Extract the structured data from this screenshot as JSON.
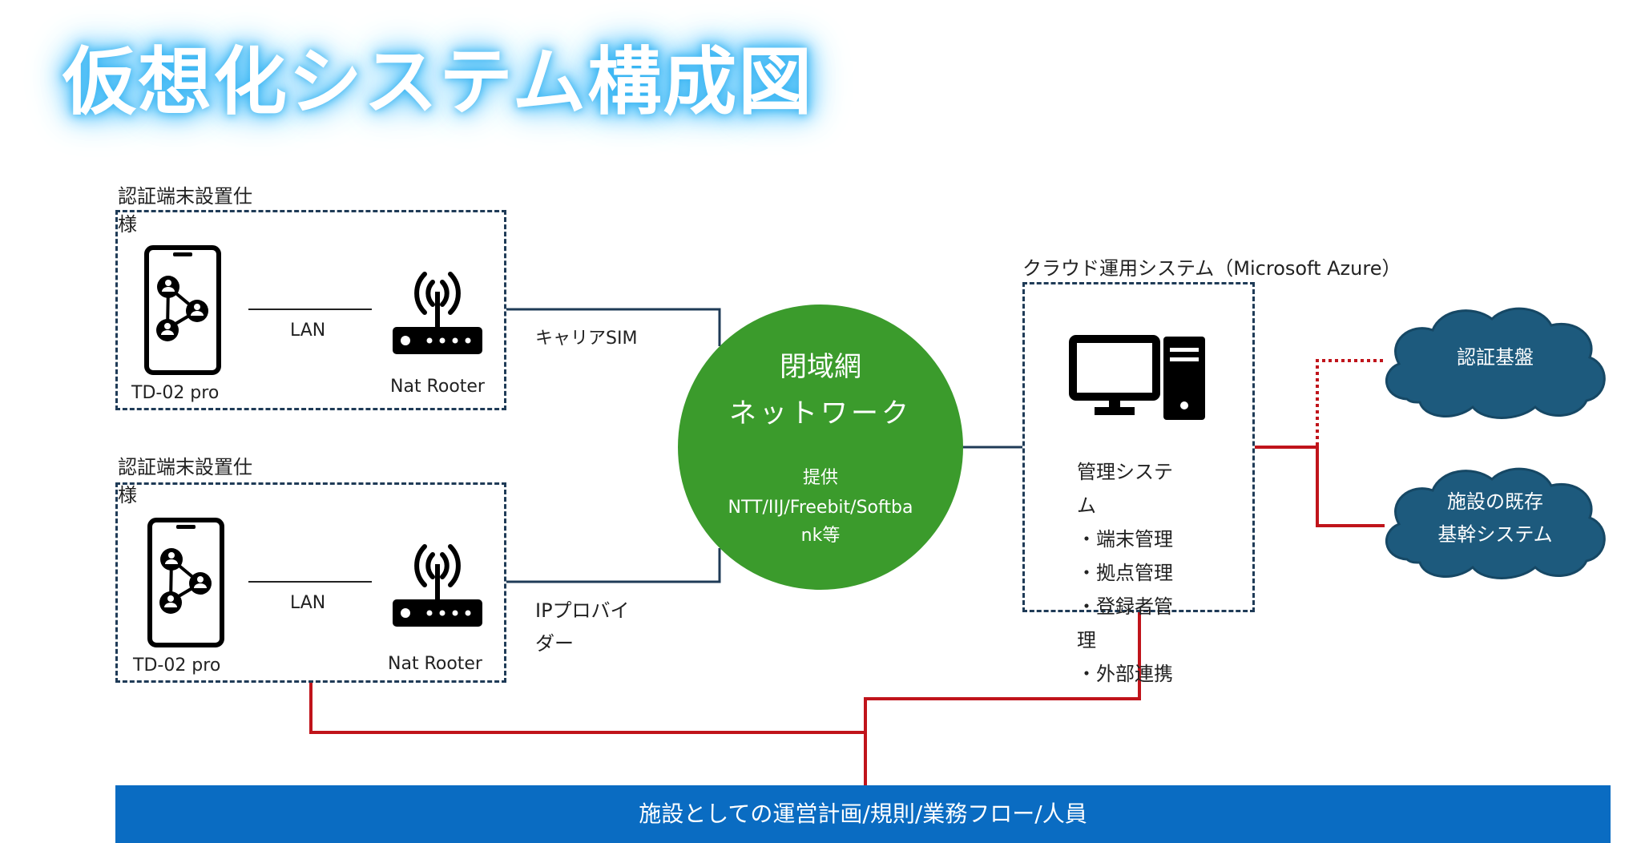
{
  "title": "仮想化システム構成図",
  "site1": {
    "group_label_line1": "認証端末設置仕",
    "group_label_line2": "様",
    "device_label": "TD-02 pro",
    "link_label": "LAN",
    "router_label": "Nat Rooter",
    "uplink_label": "キャリアSIM"
  },
  "site2": {
    "group_label_line1": "認証端末設置仕",
    "group_label_line2": "様",
    "device_label": "TD-02 pro",
    "link_label": "LAN",
    "router_label": "Nat Rooter",
    "uplink_label_line1": "IPプロバイ",
    "uplink_label_line2": "ダー"
  },
  "network": {
    "line1": "閉域網",
    "line2": "ネットワーク",
    "provider_heading": "提供",
    "providers": "NTT/IIJ/Freebit/Softbank等"
  },
  "cloud_system": {
    "group_label": "クラウド運用システム（Microsoft Azure）",
    "heading_line1": "管理システ",
    "heading_line2": "ム",
    "items": [
      "・端末管理",
      "・拠点管理",
      "・登録者管",
      "理",
      "・外部連携"
    ]
  },
  "external": {
    "auth_platform": "認証基盤",
    "core_line1": "施設の既存",
    "core_line2": "基幹システム"
  },
  "footer_bar": "施設としての運営計画/規則/業務フロー/人員",
  "colors": {
    "network_green": "#3b9b2c",
    "cloud_blue": "#1d5a7d",
    "bar_blue": "#0a6cc2",
    "link_red": "#c0141b",
    "dash_navy": "#1f3b57"
  }
}
